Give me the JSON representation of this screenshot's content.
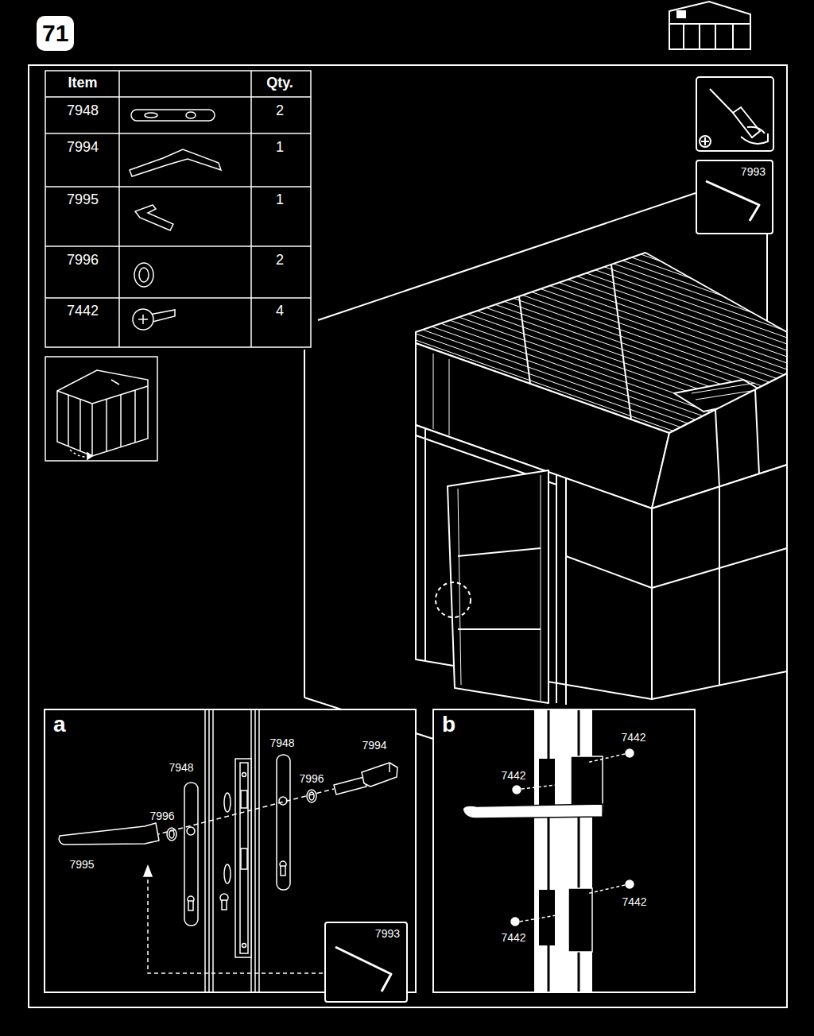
{
  "diagram": {
    "title": "71",
    "nodes": [
      {
        "text": [
          "7993"
        ]
      },
      {
        "text": [
          "a"
        ]
      },
      {
        "text": [
          "7993"
        ],
        "in": 1
      },
      {
        "text": [
          "b"
        ]
      }
    ],
    "labels": [
      "Item",
      "Qty.",
      "7948",
      "2",
      "7994",
      "1",
      "7995",
      "1",
      "7996",
      "2",
      "7442",
      "4",
      "7948",
      "7994",
      "7948",
      "7996",
      "7996",
      "7995",
      "7442",
      "7442",
      "7442",
      "7442"
    ]
  }
}
